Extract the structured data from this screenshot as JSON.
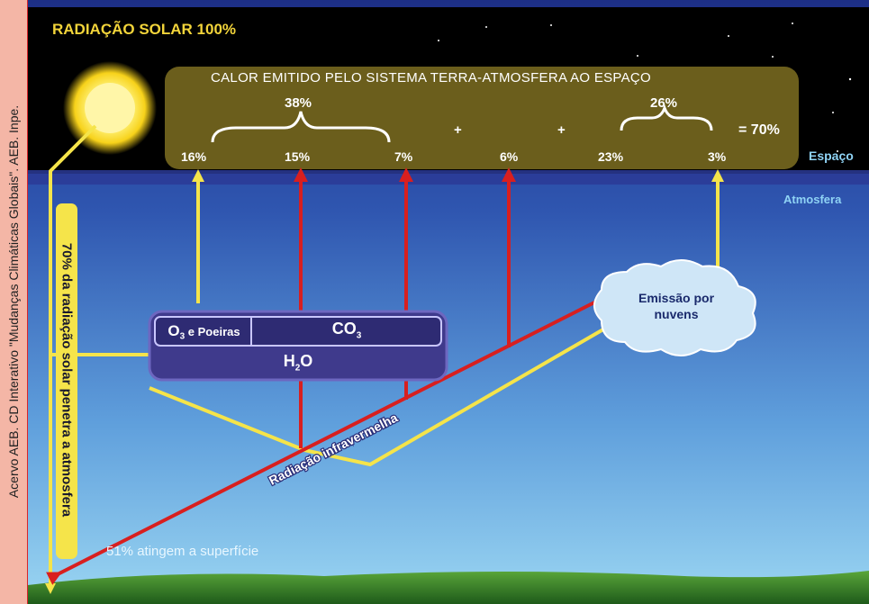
{
  "credit": "Acervo AEB. CD Interativo \"Mudanças Climáticas Globais\". AEB. Inpe.",
  "title": "RADIAÇÃO SOLAR 100%",
  "space_box": {
    "title": "CALOR EMITIDO PELO SISTEMA TERRA-ATMOSFERA AO ESPAÇO",
    "group1_total": "38%",
    "group2_total": "26%",
    "plus1": "+",
    "plus2": "+",
    "equals": "= 70%",
    "values": [
      "16%",
      "15%",
      "7%",
      "6%",
      "23%",
      "3%"
    ]
  },
  "layers": {
    "space": "Espaço",
    "atmosphere": "Atmosfera"
  },
  "vertical_label": "70% da radiação solar penetra a atmosfera",
  "absorber_box": {
    "o3": "O",
    "o3_sub": "3",
    "o3_rest": " e Poeiras",
    "co": "CO",
    "co_sub": "3",
    "h": "H",
    "h_sub": "2",
    "h_rest": "O"
  },
  "cloud_label": [
    "Emissão por",
    "nuvens"
  ],
  "infrared_label": "Radiação infravermelha",
  "surface_label": "51% atingem a superfície",
  "colors": {
    "sky_top": "#1f3a8c",
    "sky_bottom": "#8fd0f0",
    "space": "#000000",
    "box": "#6b5e1c",
    "yellow": "#f5e44a",
    "red": "#d81f1f"
  }
}
